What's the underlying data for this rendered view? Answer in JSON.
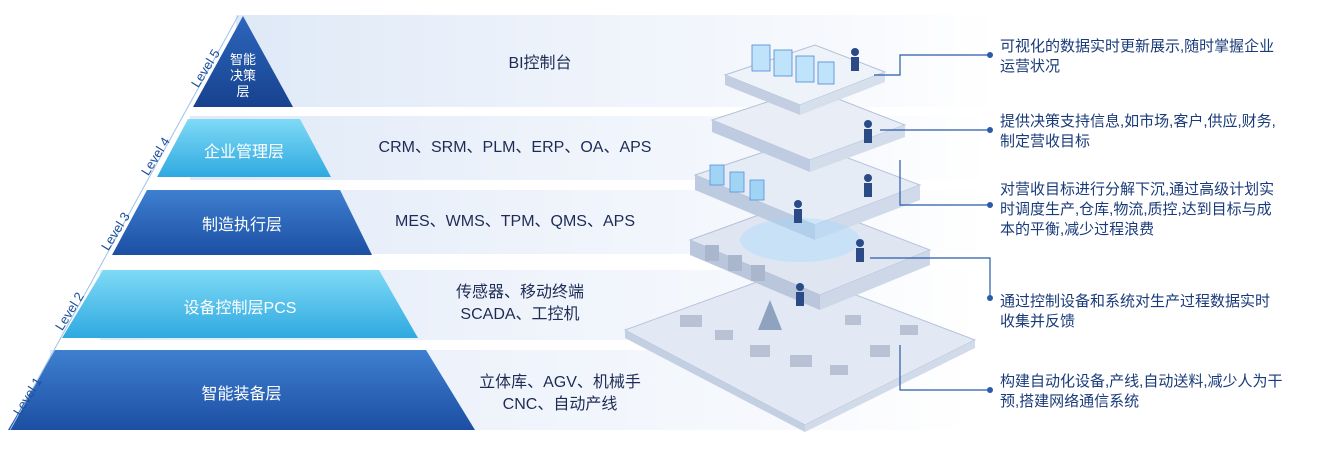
{
  "levels": [
    {
      "level": "Level 5",
      "name_lines": [
        "智能",
        "决策",
        "层"
      ],
      "systems": [
        "BI控制台"
      ],
      "desc_lines": [
        "可视化的数据实时更新展示,随时掌握企业",
        "运营状况"
      ]
    },
    {
      "level": "Level 4",
      "name": "企业管理层",
      "systems": [
        "CRM、SRM、PLM、ERP、OA、APS"
      ],
      "desc_lines": [
        "提供决策支持信息,如市场,客户,供应,财务,",
        "制定营收目标"
      ]
    },
    {
      "level": "Level 3",
      "name": "制造执行层",
      "systems": [
        "MES、WMS、TPM、QMS、APS"
      ],
      "desc_lines": [
        "对营收目标进行分解下沉,通过高级计划实",
        "时调度生产,仓库,物流,质控,达到目标与成",
        "本的平衡,减少过程浪费"
      ]
    },
    {
      "level": "Level 2",
      "name": "设备控制层PCS",
      "systems": [
        "传感器、移动终端",
        "SCADA、工控机"
      ],
      "desc_lines": [
        "通过控制设备和系统对生产过程数据实时",
        "收集并反馈"
      ]
    },
    {
      "level": "Level 1",
      "name": "智能装备层",
      "systems": [
        "立体库、AGV、机械手",
        "CNC、自动产线"
      ],
      "desc_lines": [
        "构建自动化设备,产线,自动送料,减少人为干",
        "预,搭建网络通信系统"
      ]
    }
  ],
  "colors": {
    "dark_blue": "#1f4fa6",
    "mid_blue": "#3a7fd0",
    "light_blue": "#47c3ec",
    "line": "#2a5aa8"
  }
}
